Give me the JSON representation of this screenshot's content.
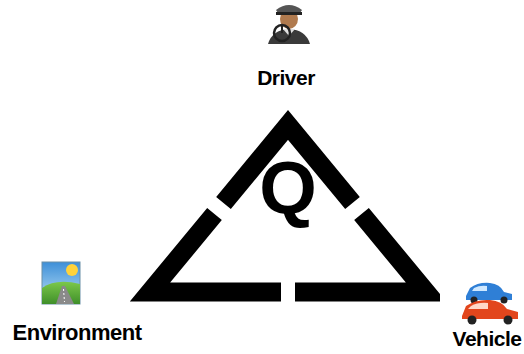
{
  "diagram": {
    "nodes": [
      {
        "text": [
          "Q"
        ]
      }
    ],
    "labels": [
      "Driver",
      "Environment",
      "Vehicle"
    ]
  }
}
